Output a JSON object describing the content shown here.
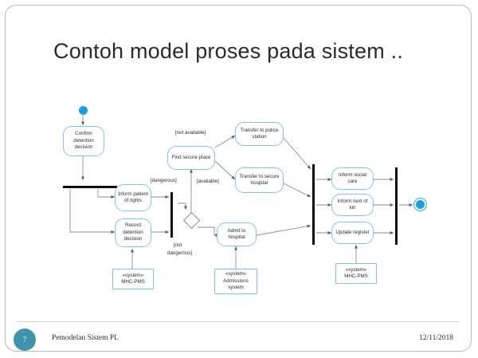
{
  "slide": {
    "title": "Contoh model proses pada sistem ..",
    "footer": {
      "page_number": "7",
      "text": "Pemodelan Sistem PL",
      "date": "12/11/2018"
    },
    "accent_color": "#7ec8dd",
    "node_marker_color": "#1b9fe0",
    "page_badge_color": "#3f93ab"
  },
  "diagram": {
    "type": "uml-activity-diagram",
    "nodes": {
      "confirm_detention": "Confirm detention decision",
      "inform_patient": "Inform patient of rights",
      "record_detention": "Record detention decision",
      "find_secure_place": "Find secure place",
      "transfer_police": "Transfer to police station",
      "transfer_hospital": "Transfer to secure hospital",
      "admit_hospital": "Admit to hospital",
      "inform_social_care": "Inform social care",
      "inform_next_of_kin": "Inform next of kin",
      "update_register": "Update register"
    },
    "notes": {
      "note_mhc_pms_left_line1": "«system»",
      "note_mhc_pms_left_line2": "MHC-PMS",
      "note_admissions_line1": "«system»",
      "note_admissions_line2": "Admissions",
      "note_admissions_line3": "system",
      "note_mhc_pms_right_line1": "«system»",
      "note_mhc_pms_right_line2": "MHC-PMS"
    },
    "guards": {
      "not_available": "[not available]",
      "available": "[available]",
      "dangerous": "[dangerous]",
      "not_dangerous_line1": "[not",
      "not_dangerous_line2": "dangerous]"
    }
  }
}
